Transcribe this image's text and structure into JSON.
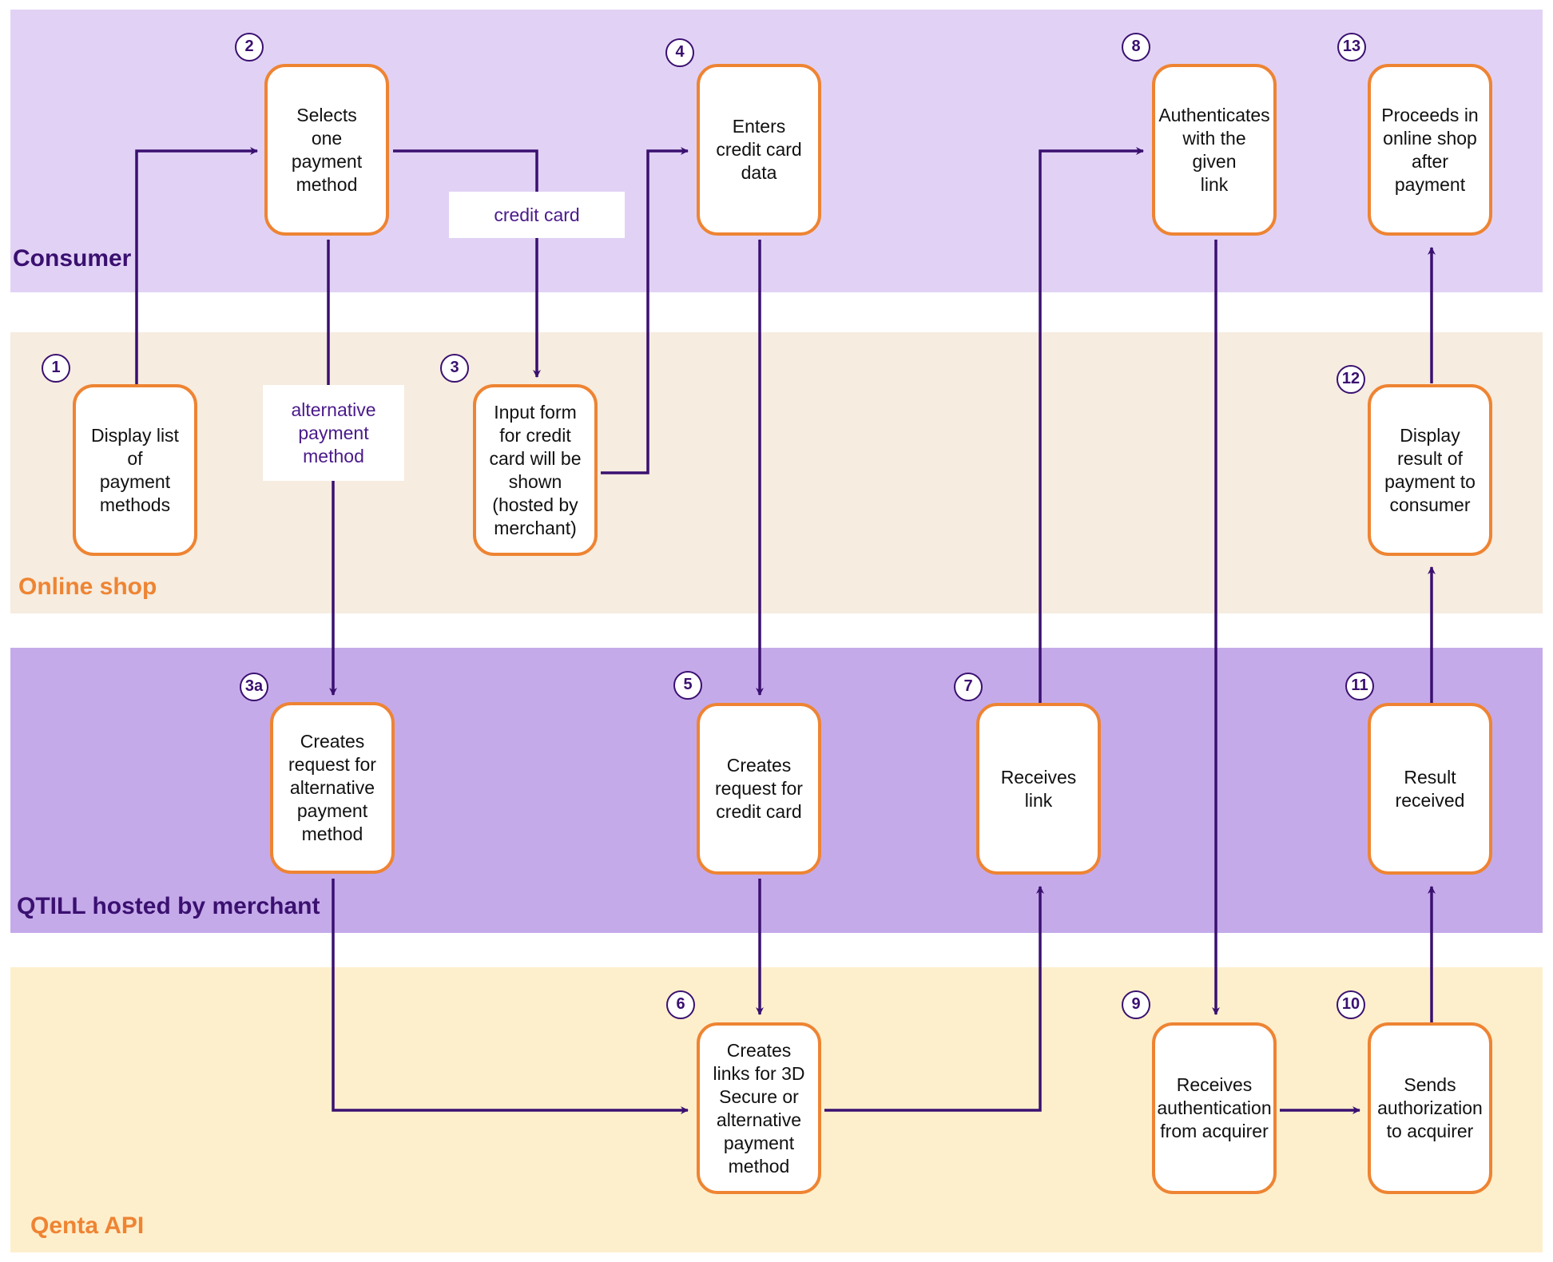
{
  "lanes": {
    "consumer": "Consumer",
    "online_shop": "Online shop",
    "qtill": "QTILL hosted by merchant",
    "qenta": "Qenta API"
  },
  "edge_labels": {
    "credit_card": "credit card",
    "alternative": "alternative\npayment\nmethod"
  },
  "steps": {
    "s1": {
      "num": "1",
      "text": "Display list\nof\npayment\nmethods"
    },
    "s2": {
      "num": "2",
      "text": "Selects\none\npayment\nmethod"
    },
    "s3": {
      "num": "3",
      "text": "Input form\nfor credit\ncard will be\nshown\n(hosted by\nmerchant)"
    },
    "s3a": {
      "num": "3a",
      "text": "Creates\nrequest for\nalternative\npayment\nmethod"
    },
    "s4": {
      "num": "4",
      "text": "Enters\ncredit card\ndata"
    },
    "s5": {
      "num": "5",
      "text": "Creates\nrequest for\ncredit card"
    },
    "s6": {
      "num": "6",
      "text": "Creates\nlinks for 3D\nSecure or\nalternative\npayment\nmethod"
    },
    "s7": {
      "num": "7",
      "text": "Receives\nlink"
    },
    "s8": {
      "num": "8",
      "text": "Authenticates\nwith the given\nlink"
    },
    "s9": {
      "num": "9",
      "text": "Receives\nauthentication\nfrom acquirer"
    },
    "s10": {
      "num": "10",
      "text": "Sends\nauthorization\nto acquirer"
    },
    "s11": {
      "num": "11",
      "text": "Result\nreceived"
    },
    "s12": {
      "num": "12",
      "text": "Display\nresult of\npayment to\nconsumer"
    },
    "s13": {
      "num": "13",
      "text": "Proceeds in\nonline shop\nafter\npayment"
    }
  },
  "colors": {
    "arrow": "#3a1070",
    "box_border": "#ee8433",
    "consumer_lane": "#e1d2f5",
    "shop_lane": "#f6ecdf",
    "qtill_lane": "#c5aaea",
    "qenta_lane": "#feefcc"
  }
}
